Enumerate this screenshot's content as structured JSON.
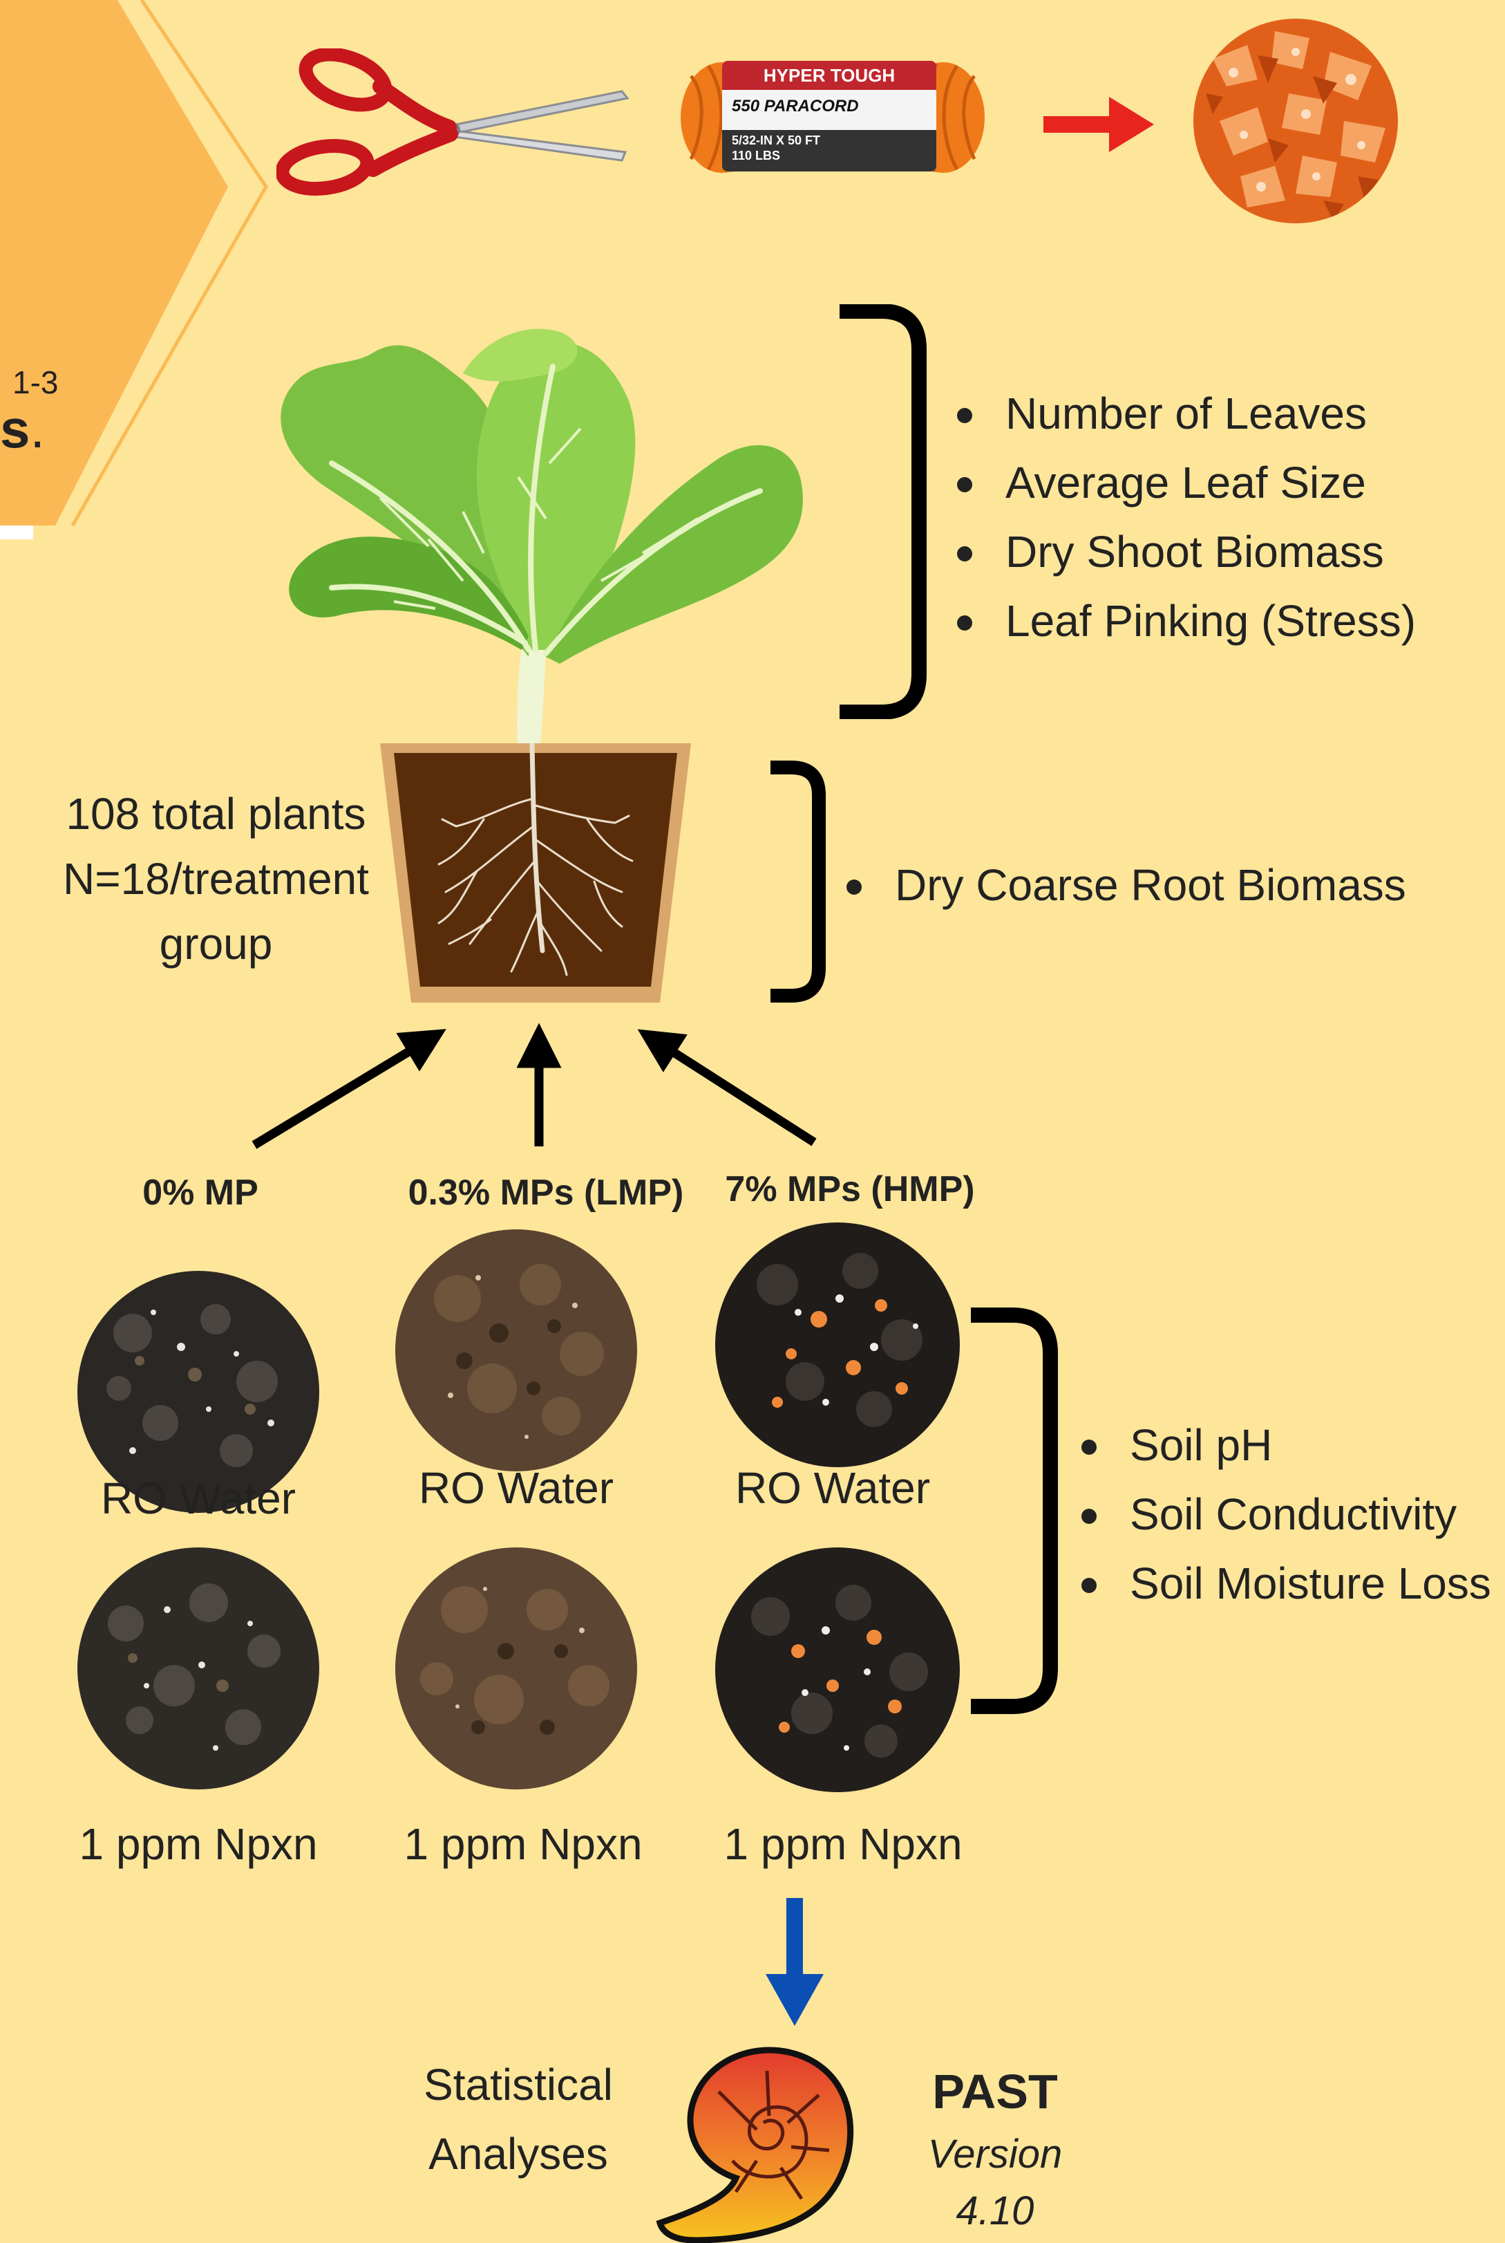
{
  "banner": {
    "superscript": "1-3",
    "letter": "s",
    "period": "."
  },
  "shoot_metrics": [
    "Number of Leaves",
    "Average Leaf Size",
    "Dry Shoot Biomass",
    "Leaf Pinking (Stress)"
  ],
  "root_metrics": [
    "Dry Coarse Root Biomass"
  ],
  "soil_metrics": [
    "Soil pH",
    "Soil Conductivity",
    "Soil Moisture Loss"
  ],
  "plant_count": {
    "line1": "108 total plants",
    "line2": "N=18/treatment",
    "line3": "group"
  },
  "treatments": {
    "t0": "0% MP",
    "t1": "0.3% MPs (LMP)",
    "t2": "7% MPs (HMP)"
  },
  "conditions": {
    "ro": "RO Water",
    "npxn": "1 ppm Npxn"
  },
  "paracord": {
    "brand": "HYPER TOUGH",
    "product": "550 PARACORD",
    "spec": "5/32-IN X 50 FT",
    "rating": "110 LBS"
  },
  "analysis": {
    "label_line1": "Statistical",
    "label_line2": "Analyses",
    "software": "PAST",
    "version_label": "Version",
    "version": "4.10"
  },
  "colors": {
    "background": "#fde59a",
    "banner": "#fbb956",
    "red_arrow": "#e8241f",
    "blue_arrow": "#0b4fb4",
    "paracord": "#f07a1a"
  }
}
